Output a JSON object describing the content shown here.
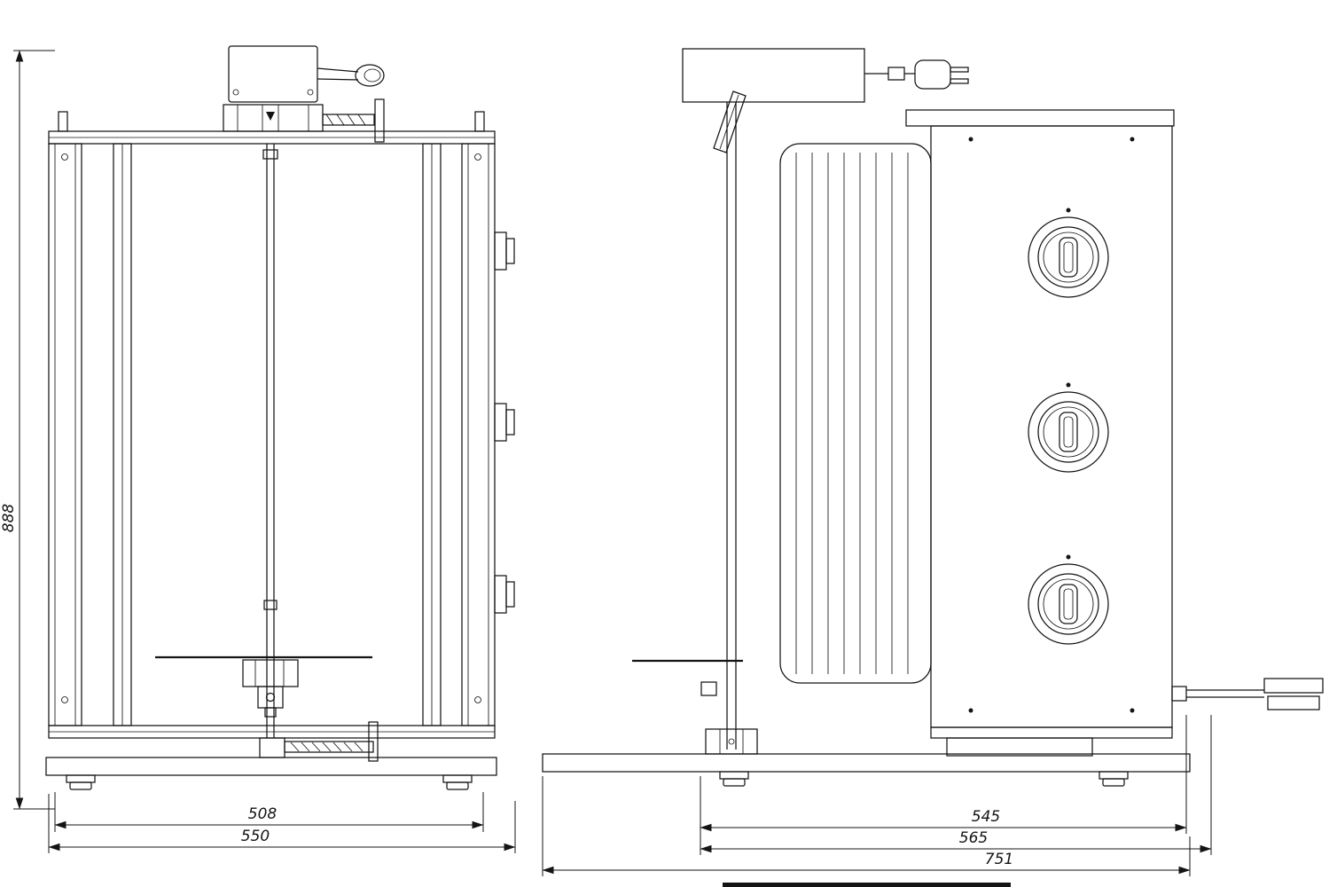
{
  "drawing": {
    "dimensions": {
      "height": "888",
      "front_inner_width": "508",
      "front_overall_width": "550",
      "side_body_depth": "545",
      "side_depth_with_fitting": "565",
      "side_overall_depth": "751"
    }
  }
}
